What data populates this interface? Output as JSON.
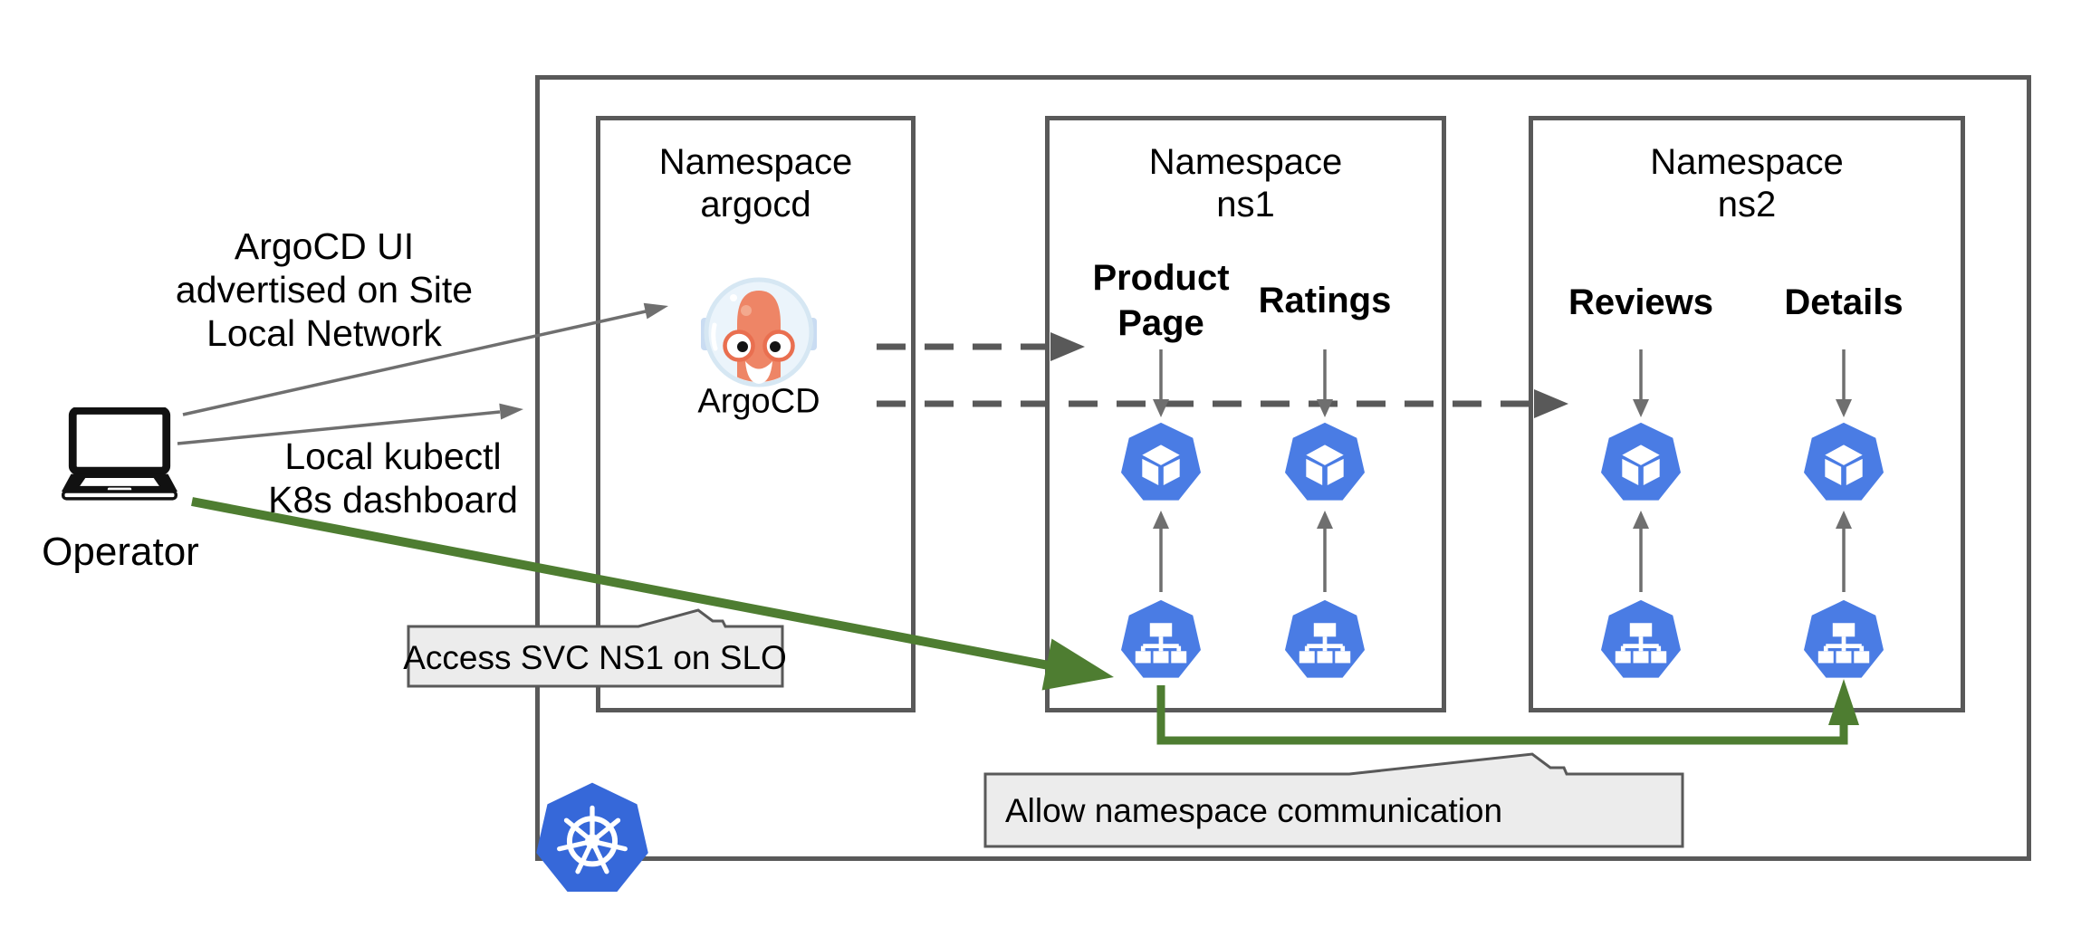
{
  "colors": {
    "gray": "#595959",
    "arrow_gray": "#6f6f6f",
    "green": "#4e7d31",
    "pod_blue": "#4a7ce4",
    "k8s_blue": "#3668d9",
    "callout_bg": "#ececec",
    "argo_orange": "#ee8566",
    "helmet_blue": "#ebf4fb"
  },
  "operator": {
    "label": "Operator"
  },
  "annotations": {
    "argocd_ui": "ArgoCD UI\nadvertised on Site\nLocal Network",
    "kubectl": "Local kubectl\nK8s dashboard"
  },
  "namespaces": [
    {
      "title": "Namespace",
      "name": "argocd",
      "app_label": "ArgoCD"
    },
    {
      "title": "Namespace",
      "name": "ns1",
      "services": [
        "Product Page",
        "Ratings"
      ]
    },
    {
      "title": "Namespace",
      "name": "ns2",
      "services": [
        "Reviews",
        "Details"
      ]
    }
  ],
  "callouts": {
    "access_svc": "Access SVC NS1 on SLO",
    "allow_ns": "Allow namespace communication"
  }
}
